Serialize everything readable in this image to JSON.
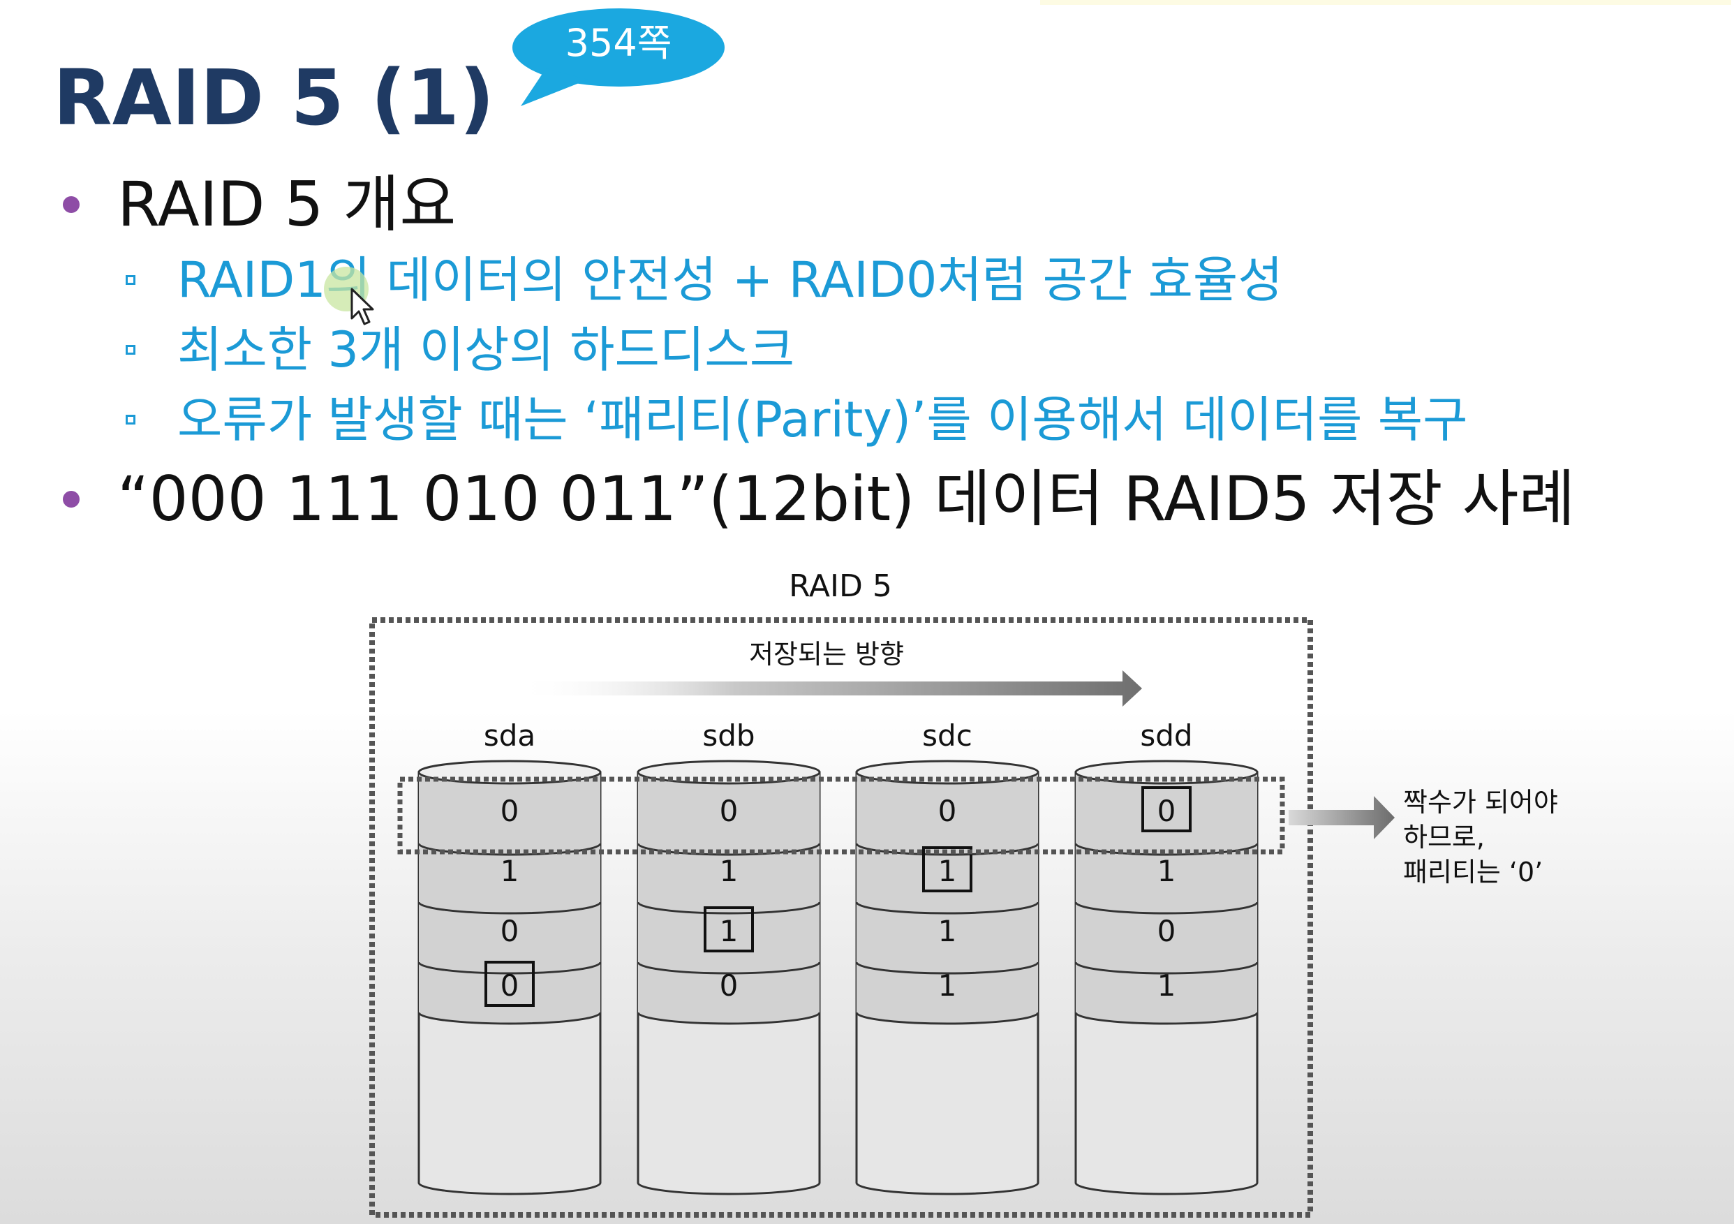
{
  "slide": {
    "title": "RAID 5 (1)",
    "page_badge": "354쪽",
    "bullets": [
      {
        "text": "RAID 5 개요",
        "sub": [
          "RAID1의 데이터의 안전성 + RAID0처럼 공간 효율성",
          "최소한 3개 이상의 하드디스크",
          "오류가 발생할 때는 ‘패리티(Parity)’를 이용해서 데이터를 복구"
        ]
      },
      {
        "text": "“000 111 010 011”(12bit) 데이터 RAID5 저장 사례"
      }
    ]
  },
  "diagram": {
    "title": "RAID 5",
    "direction_label": "저장되는 방향",
    "disks": [
      {
        "name": "sda",
        "bits": [
          "0",
          "1",
          "0",
          "0"
        ]
      },
      {
        "name": "sdb",
        "bits": [
          "0",
          "1",
          "1",
          "0"
        ]
      },
      {
        "name": "sdc",
        "bits": [
          "0",
          "1",
          "1",
          "1"
        ]
      },
      {
        "name": "sdd",
        "bits": [
          "0",
          "1",
          "0",
          "1"
        ]
      }
    ],
    "parity_positions": [
      {
        "disk": 3,
        "row": 0
      },
      {
        "disk": 2,
        "row": 1
      },
      {
        "disk": 1,
        "row": 2
      },
      {
        "disk": 0,
        "row": 3
      }
    ],
    "note_lines": [
      "짝수가 되어야",
      "하므로,",
      "패리티는 ‘0’"
    ]
  },
  "colors": {
    "title": "#1f3a63",
    "accent_blue": "#1b9ad6",
    "badge": "#1ba8e0",
    "bullet": "#8e4da6"
  }
}
